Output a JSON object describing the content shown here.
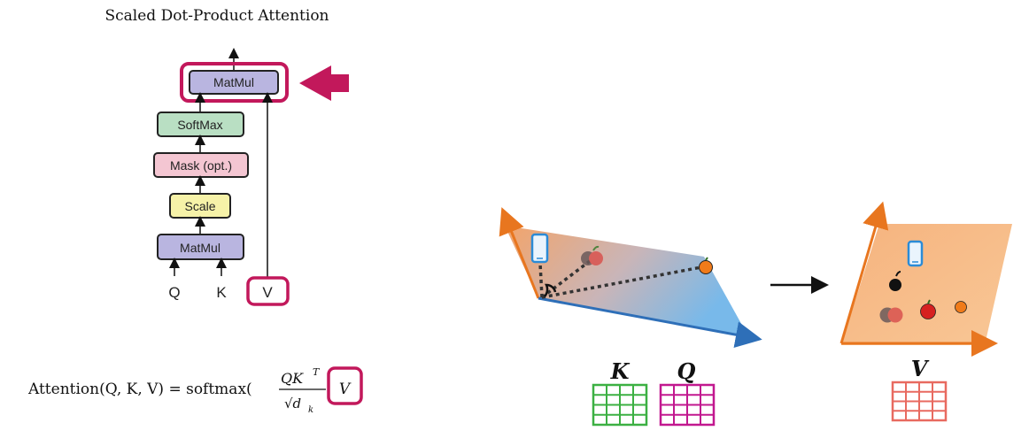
{
  "diagram": {
    "title": "Scaled Dot-Product Attention",
    "blocks": {
      "matmul_top": "MatMul",
      "softmax": "SoftMax",
      "mask": "Mask (opt.)",
      "scale": "Scale",
      "matmul_bottom": "MatMul"
    },
    "inputs": {
      "q": "Q",
      "k": "K",
      "v": "V"
    }
  },
  "formula": {
    "lhs": "Attention(Q, K, V) = softmax(",
    "numerator": "QK",
    "numerator_sup": "T",
    "denominator": "√d",
    "denominator_sub": "k",
    "v": "V"
  },
  "matrix_labels": {
    "k": "K",
    "q": "Q",
    "v": "V"
  },
  "colors": {
    "highlight": "#c2185b",
    "matmul": "#b9b5e0",
    "softmax": "#b9dfc3",
    "mask": "#f4c6d2",
    "scale": "#f6f2a8",
    "k_grid": "#3cb043",
    "q_grid": "#c2188f",
    "v_grid": "#e86a60",
    "axis_orange": "#e8761f",
    "axis_blue": "#2e6fb8"
  }
}
